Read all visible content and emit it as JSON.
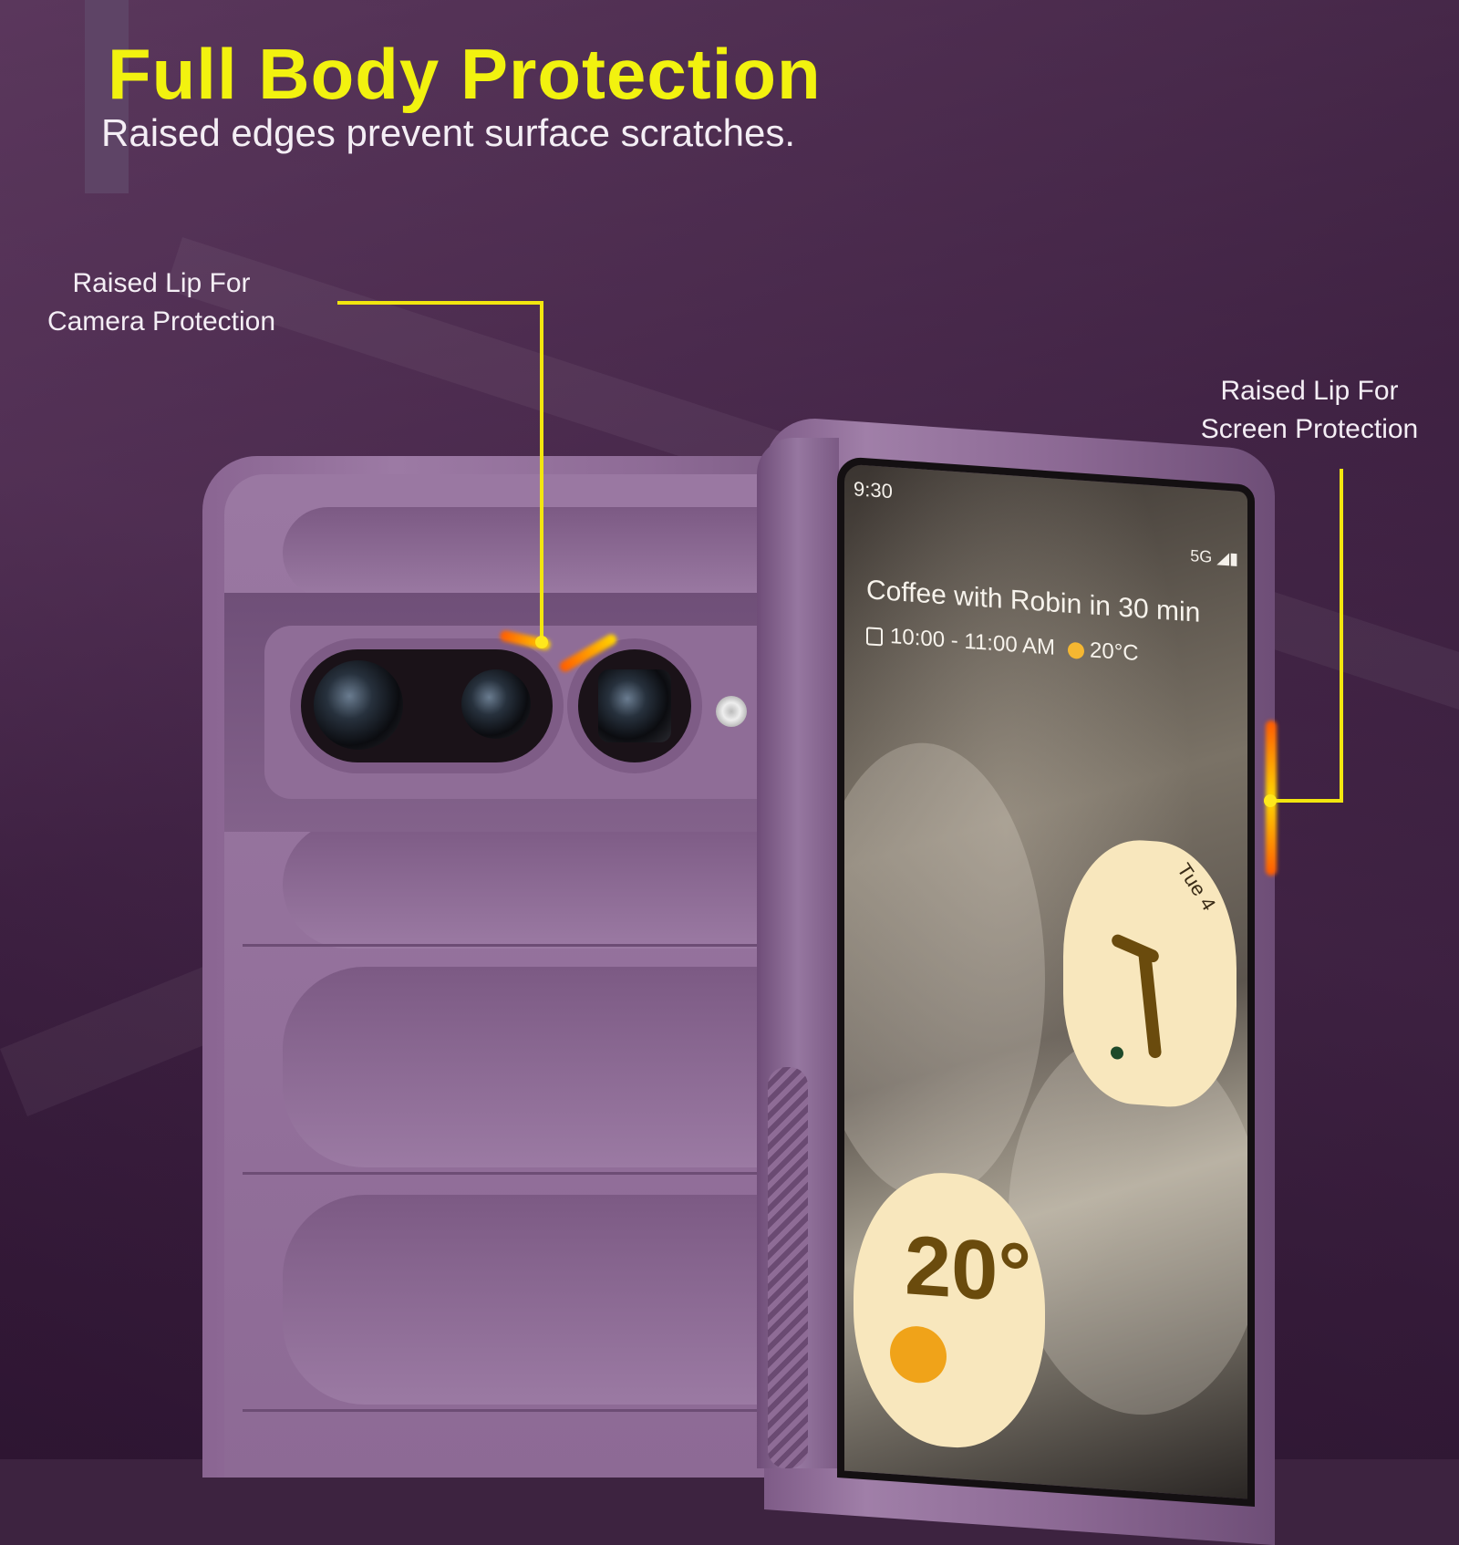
{
  "header": {
    "title": "Full Body Protection",
    "subtitle": "Raised edges prevent surface scratches."
  },
  "callouts": {
    "camera": [
      "Raised Lip For",
      "Camera Protection"
    ],
    "screen": [
      "Raised Lip For",
      "Screen Protection"
    ]
  },
  "phone_screen": {
    "status_time": "9:30",
    "status_network": "5G",
    "event_title": "Coffee with Robin in 30 min",
    "event_time": "10:00 - 11:00 AM",
    "event_weather": "20°C",
    "clock_date": "Tue 4",
    "weather_temp": "20°"
  },
  "colors": {
    "headline": "#f2f20f",
    "leader_line": "#f2e60f",
    "case_purple": "#8f6d97",
    "background": "#3d2340"
  },
  "icons": [
    "calendar-icon",
    "sun-icon",
    "signal-icon",
    "battery-icon"
  ]
}
